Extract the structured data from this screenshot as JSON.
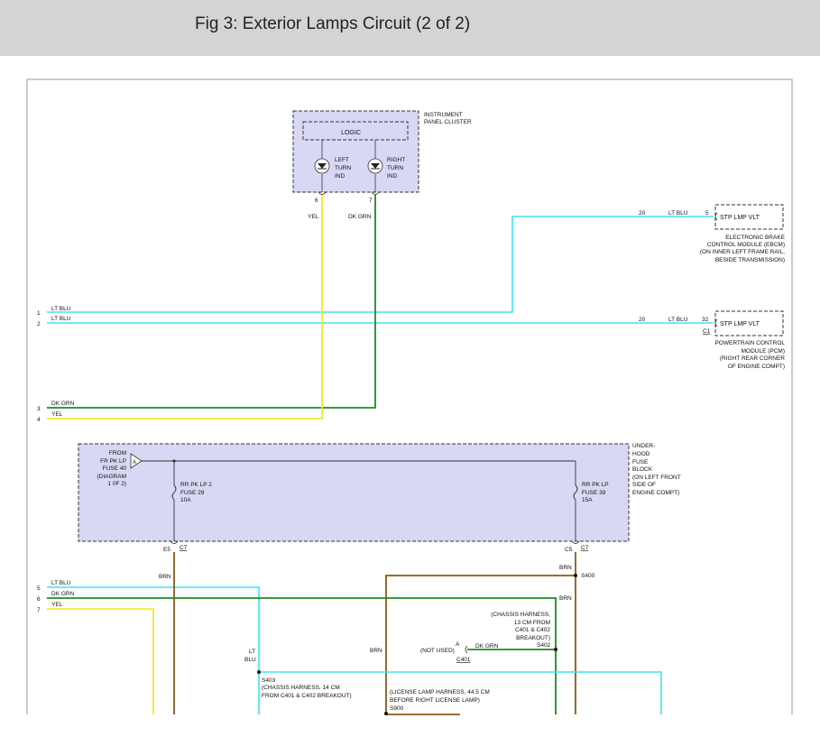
{
  "page": {
    "title": "Fig 3: Exterior Lamps Circuit (2 of 2)"
  },
  "colors": {
    "header_bg": "#d4d4d4",
    "module_fill": "#d8d8f4",
    "lt_blu": "#3de3f0",
    "yel": "#f2e92e",
    "dk_grn": "#1f8a1f",
    "brn": "#8b5a14"
  },
  "ipc": {
    "label": [
      "INSTRUMENT",
      "PANEL CLUSTER"
    ],
    "logic": "LOGIC",
    "left_ind": [
      "LEFT",
      "TURN",
      "IND"
    ],
    "right_ind": [
      "RIGHT",
      "TURN",
      "IND"
    ],
    "pin_left": "6",
    "pin_right": "7",
    "wire_left": "YEL",
    "wire_right": "DK GRN"
  },
  "ebcm": {
    "box": "STP LMP VLT",
    "pin": "5",
    "wire_num": "20",
    "wire_color": "LT BLU",
    "desc": [
      "ELECTRONIC BRAKE",
      "CONTROL MODULE (EBCM)",
      "(ON INNER LEFT FRAME RAIL,",
      "BESIDE TRANSMISSION)"
    ]
  },
  "pcm": {
    "box": "STP LMP VLT",
    "pin": "32",
    "connector": "C1",
    "wire_num": "20",
    "wire_color": "LT BLU",
    "desc": [
      "POWERTRAIN CONTROL",
      "MODULE (PCM)",
      "(RIGHT REAR CORNER",
      "OF ENGINE COMPT)"
    ]
  },
  "left_wires_top": [
    {
      "num": "1",
      "label": "LT BLU"
    },
    {
      "num": "2",
      "label": "LT BLU"
    },
    {
      "num": "3",
      "label": "DK GRN"
    },
    {
      "num": "4",
      "label": "YEL"
    }
  ],
  "ufb": {
    "label": [
      "UNDER-",
      "HOOD",
      "FUSE",
      "BLOCK",
      "(ON LEFT FRONT",
      "SIDE OF",
      "ENGINE COMPT)"
    ],
    "from": [
      "FROM",
      "FR PK LP",
      "FUSE 40",
      "(DIAGRAM",
      "1 0F 2)"
    ],
    "from_conn": "A",
    "fuse_left": [
      "RR PK LP 2",
      "FUSE 29",
      "10A"
    ],
    "fuse_right": [
      "RR PK LP",
      "FUSE 39",
      "15A"
    ],
    "left_pin": "E5",
    "left_conn": "C7",
    "right_pin": "C5",
    "right_conn": "C7"
  },
  "left_wires_bottom": [
    {
      "num": "5",
      "label": "LT BLU"
    },
    {
      "num": "6",
      "label": "DK GRN"
    },
    {
      "num": "7",
      "label": "YEL"
    }
  ],
  "lower": {
    "brn_left": "BRN",
    "brn_right_top": "BRN",
    "brn_right_mid": "BRN",
    "brn_mid": "BRN",
    "s400": "S400",
    "lt_blu_vert": [
      "LT",
      "BLU"
    ],
    "s403": "S403",
    "s403_desc": [
      "(CHASSIS HARNESS, 14 CM",
      "FROM C401 & C402 BREAKOUT)"
    ],
    "s402_desc": [
      "(CHASSIS HARNESS,",
      "13 CM FROM",
      "C401 & C402",
      "BREAKOUT)"
    ],
    "s402": "S402",
    "not_used": "(NOT USED)",
    "conn_letter": "A",
    "dk_grn": "DK GRN",
    "c401": "C401",
    "s900_desc": [
      "(LICENSE LAMP HARNESS, 44.5 CM",
      "BEFORE RIGHT LICENSE LAMP)"
    ],
    "s900": "S900"
  }
}
